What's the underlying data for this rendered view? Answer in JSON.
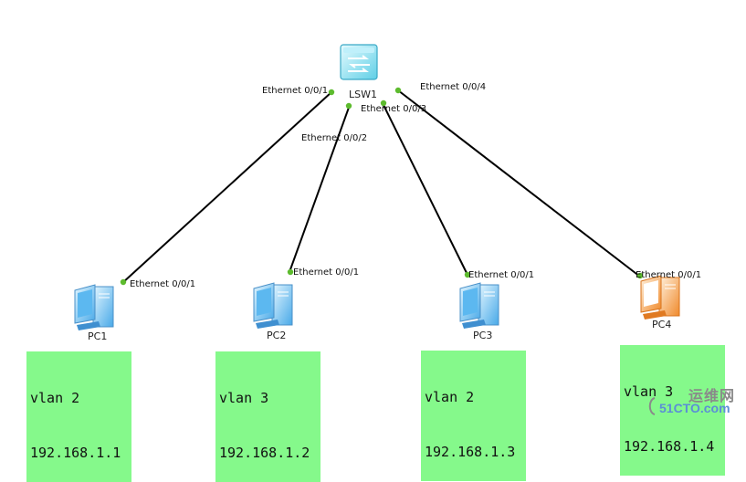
{
  "switch": {
    "name": "LSW1"
  },
  "pcs": [
    {
      "name": "PC1",
      "port": "Ethernet 0/0/1",
      "vlan": "vlan 2",
      "ip": "192.168.1.1"
    },
    {
      "name": "PC2",
      "port": "Ethernet 0/0/1",
      "vlan": "vlan 3",
      "ip": "192.168.1.2"
    },
    {
      "name": "PC3",
      "port": "Ethernet 0/0/1",
      "vlan": "vlan 2",
      "ip": "192.168.1.3"
    },
    {
      "name": "PC4",
      "port": "Ethernet 0/0/1",
      "vlan": "vlan 3",
      "ip": "192.168.1.4"
    }
  ],
  "switch_ports": [
    "Ethernet 0/0/1",
    "Ethernet 0/0/2",
    "Ethernet 0/0/3",
    "Ethernet 0/0/4"
  ],
  "watermark": {
    "cn": "运维网",
    "en": "51CTO.com"
  },
  "colors": {
    "link": "#000000",
    "port_dot": "#5dbb2e",
    "note_bg": "#85f98b",
    "pc4_accent": "#f08a2c"
  }
}
